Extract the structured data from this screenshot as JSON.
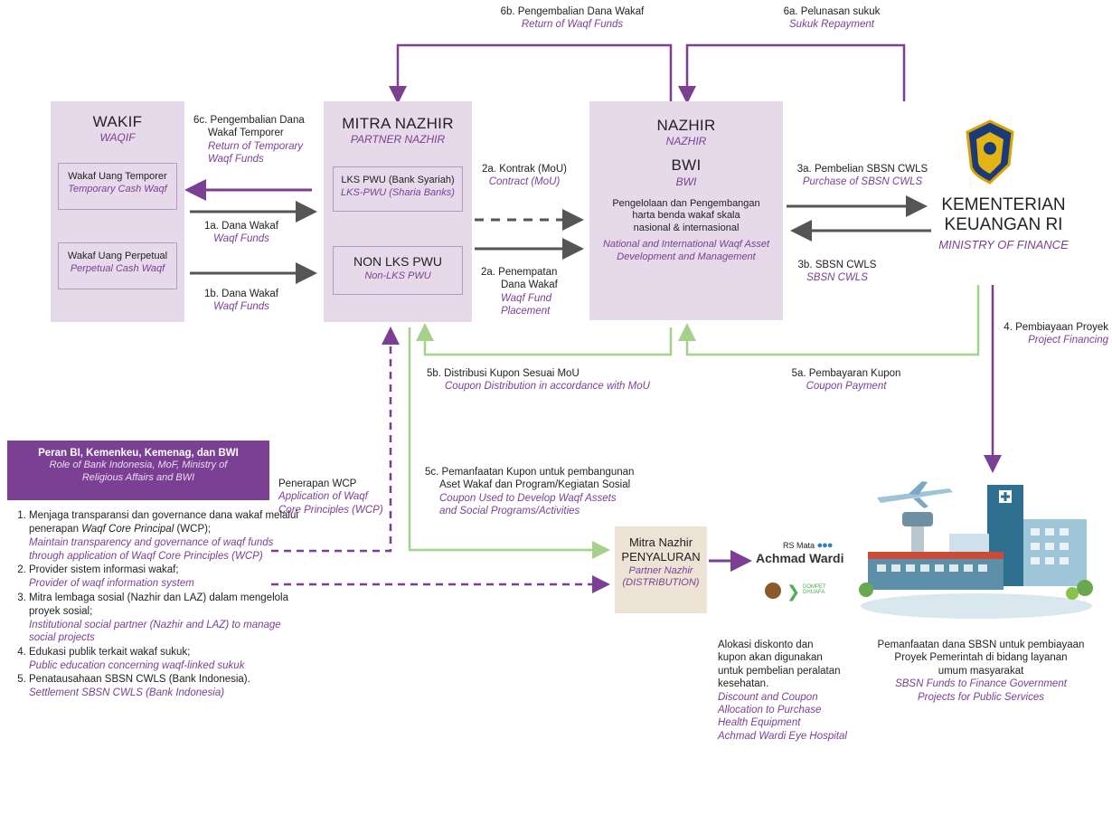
{
  "top_flows": {
    "return_funds": {
      "id": "6b. Pengembalian Dana Wakaf",
      "en": "Return of Waqf Funds"
    },
    "sukuk_repayment": {
      "id": "6a. Pelunasan sukuk",
      "en": "Sukuk Repayment"
    }
  },
  "wakif": {
    "title": "WAKIF",
    "subtitle": "WAQIF",
    "temporary": {
      "id": "Wakaf Uang Temporer",
      "en": "Temporary Cash Waqf"
    },
    "perpetual": {
      "id": "Wakaf Uang Perpetual",
      "en": "Perpetual Cash Waqf"
    }
  },
  "flow_6c": {
    "id_line1": "6c. Pengembalian Dana",
    "id_line2": "Wakaf Temporer",
    "en_line1": "Return of Temporary",
    "en_line2": "Waqf Funds"
  },
  "flow_1a": {
    "id": "1a. Dana Wakaf",
    "en": "Waqf Funds"
  },
  "flow_1b": {
    "id": "1b. Dana Wakaf",
    "en": "Waqf Funds"
  },
  "mitra": {
    "title": "MITRA NAZHIR",
    "subtitle": "PARTNER NAZHIR",
    "lks": {
      "id": "LKS PWU (Bank Syariah)",
      "en": "LKS-PWU (Sharia Banks)"
    },
    "nonlks": {
      "id": "NON LKS PWU",
      "en": "Non-LKS PWU"
    }
  },
  "flow_2a_contract": {
    "id": "2a. Kontrak (MoU)",
    "en": "Contract (MoU)"
  },
  "flow_2a_place": {
    "id_line1": "2a. Penempatan",
    "id_line2": "Dana Wakaf",
    "en_line1": "Waqf Fund",
    "en_line2": "Placement"
  },
  "nazhir": {
    "title": "NAZHIR",
    "subtitle": "NAZHIR",
    "bwi": "BWI",
    "bwi_en": "BWI",
    "desc_line1": "Pengelolaan dan Pengembangan",
    "desc_line2": "harta benda wakaf skala",
    "desc_line3": "nasional & internasional",
    "desc_en_line1": "National and International Waqf Asset",
    "desc_en_line2": "Development and Management"
  },
  "flow_3a": {
    "id": "3a. Pembelian SBSN CWLS",
    "en": "Purchase of SBSN CWLS"
  },
  "flow_3b": {
    "id": "3b. SBSN CWLS",
    "en": "SBSN CWLS"
  },
  "ministry": {
    "line1": "KEMENTERIAN",
    "line2": "KEUANGAN RI",
    "en": "MINISTRY OF FINANCE"
  },
  "flow_4": {
    "id": "4. Pembiayaan Proyek",
    "en": "Project Financing"
  },
  "flow_5a": {
    "id": "5a. Pembayaran Kupon",
    "en": "Coupon Payment"
  },
  "flow_5b": {
    "id": "5b. Distribusi Kupon Sesuai MoU",
    "en": "Coupon Distribution in accordance with MoU"
  },
  "flow_5c": {
    "id_line1": "5c. Pemanfaatan Kupon untuk pembangunan",
    "id_line2": "Aset Wakaf dan Program/Kegiatan Sosial",
    "en_line1": "Coupon Used to Develop Waqf Assets",
    "en_line2": "and Social Programs/Activities"
  },
  "wcp": {
    "id": "Penerapan WCP",
    "en_line1": "Application of Waqf",
    "en_line2": "Core Principles (WCP)"
  },
  "roles": {
    "title": "Peran BI, Kemenkeu, Kemenag, dan BWI",
    "en_line1": "Role of Bank Indonesia, MoF, Ministry of",
    "en_line2": "Religious Affairs and BWI",
    "items": [
      {
        "id": "Menjaga transparansi dan governance dana wakaf melalui penerapan",
        "id_em": "Waqf Core Principal",
        "id_tail": " (WCP);",
        "en": "Maintain transparency and governance of waqf funds through application of Waqf Core Principles (WCP)"
      },
      {
        "id": "Provider sistem informasi wakaf;",
        "en": "Provider of waqf information system"
      },
      {
        "id": "Mitra lembaga sosial (Nazhir dan LAZ) dalam mengelola proyek sosial;",
        "en": "Institutional social partner (Nazhir and LAZ) to manage social projects"
      },
      {
        "id": "Edukasi publik terkait wakaf sukuk;",
        "en": "Public education concerning waqf-linked sukuk"
      },
      {
        "id": "Penatausahaan SBSN CWLS (Bank Indonesia).",
        "en": "Settlement SBSN CWLS (Bank Indonesia)"
      }
    ]
  },
  "distribution": {
    "line1": "Mitra Nazhir",
    "line2": "PENYALURAN",
    "en_line1": "Partner Nazhir",
    "en_line2": "(DISTRIBUTION)"
  },
  "hospital": {
    "small": "RS Mata",
    "name": "Achmad Wardi",
    "partner_logo": "DOMPET DHUAFA"
  },
  "discount": {
    "id_lines": [
      "Alokasi diskonto dan",
      "kupon akan digunakan",
      "untuk pembelian peralatan",
      "kesehatan."
    ],
    "en_lines": [
      "Discount and Coupon",
      "Allocation to Purchase",
      "Health Equipment",
      "Achmad Wardi Eye Hospital"
    ]
  },
  "sbsn_use": {
    "id_lines": [
      "Pemanfaatan dana SBSN untuk pembiayaan",
      "Proyek Pemerintah di bidang layanan",
      "umum masyarakat"
    ],
    "en_lines": [
      "SBSN Funds to Finance Government",
      "Projects for Public Services"
    ]
  },
  "colors": {
    "purple": "#7b3f93",
    "lavender": "#e6d9ea",
    "green": "#a6d18a",
    "dark_arrow": "#555555",
    "beige": "#ece3d4"
  }
}
